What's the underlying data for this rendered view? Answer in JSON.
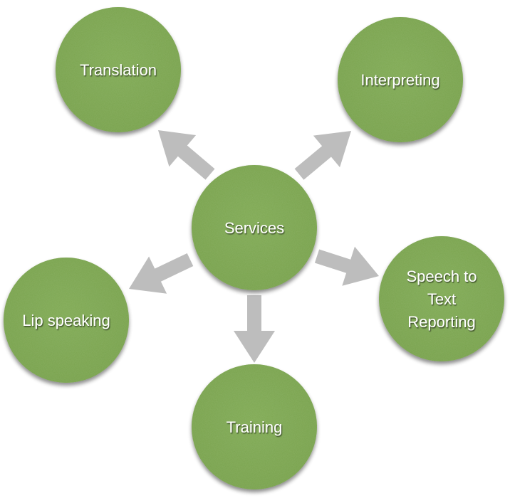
{
  "diagram": {
    "type": "hub-and-spoke",
    "colors": {
      "node_fill": "#7ca650",
      "node_fill_light": "#86b05a",
      "node_fill_dark": "#6f9845",
      "arrow": "#bdbdbd",
      "text": "#ffffff"
    },
    "hub": {
      "id": "services",
      "label": [
        "Services"
      ]
    },
    "nodes": [
      {
        "id": "translation",
        "label": [
          "Translation"
        ]
      },
      {
        "id": "interpreting",
        "label": [
          "Interpreting"
        ]
      },
      {
        "id": "lip-speaking",
        "label": [
          "Lip speaking"
        ]
      },
      {
        "id": "training",
        "label": [
          "Training"
        ]
      },
      {
        "id": "speech-to-text-reporting",
        "label": [
          "Speech to",
          "Text",
          "Reporting"
        ]
      }
    ],
    "edges": [
      {
        "from": "services",
        "to": "translation"
      },
      {
        "from": "services",
        "to": "interpreting"
      },
      {
        "from": "services",
        "to": "lip-speaking"
      },
      {
        "from": "services",
        "to": "training"
      },
      {
        "from": "services",
        "to": "speech-to-text-reporting"
      }
    ]
  }
}
